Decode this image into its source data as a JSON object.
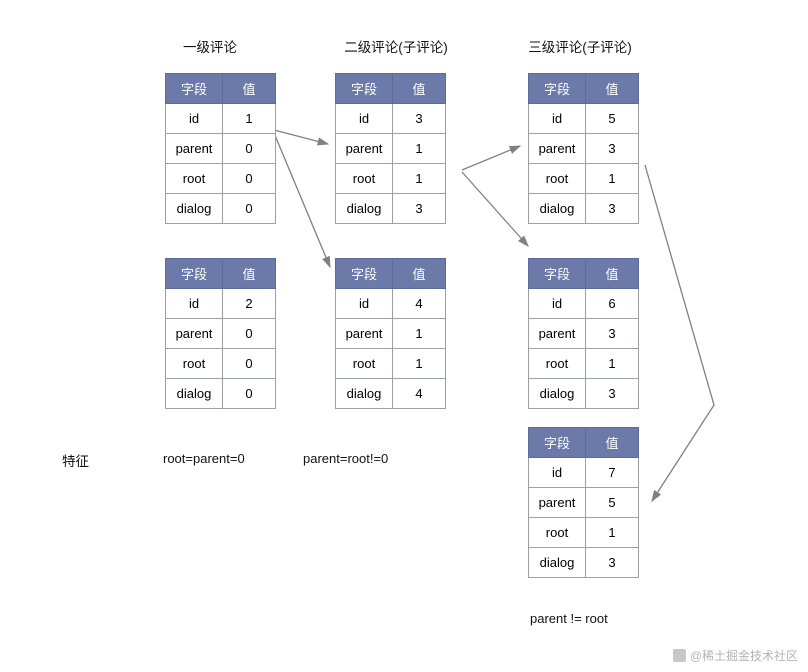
{
  "columns": [
    {
      "title": "一级评论"
    },
    {
      "title": "二级评论(子评论)"
    },
    {
      "title": "三级评论(子评论)"
    }
  ],
  "table_headers": {
    "field": "字段",
    "value": "值"
  },
  "tables": [
    {
      "id": "t1",
      "rows": [
        {
          "field": "id",
          "value": "1"
        },
        {
          "field": "parent",
          "value": "0"
        },
        {
          "field": "root",
          "value": "0"
        },
        {
          "field": "dialog",
          "value": "0"
        }
      ]
    },
    {
      "id": "t2",
      "rows": [
        {
          "field": "id",
          "value": "2"
        },
        {
          "field": "parent",
          "value": "0"
        },
        {
          "field": "root",
          "value": "0"
        },
        {
          "field": "dialog",
          "value": "0"
        }
      ]
    },
    {
      "id": "t3",
      "rows": [
        {
          "field": "id",
          "value": "3"
        },
        {
          "field": "parent",
          "value": "1"
        },
        {
          "field": "root",
          "value": "1"
        },
        {
          "field": "dialog",
          "value": "3"
        }
      ]
    },
    {
      "id": "t4",
      "rows": [
        {
          "field": "id",
          "value": "4"
        },
        {
          "field": "parent",
          "value": "1"
        },
        {
          "field": "root",
          "value": "1"
        },
        {
          "field": "dialog",
          "value": "4"
        }
      ]
    },
    {
      "id": "t5",
      "rows": [
        {
          "field": "id",
          "value": "5"
        },
        {
          "field": "parent",
          "value": "3"
        },
        {
          "field": "root",
          "value": "1"
        },
        {
          "field": "dialog",
          "value": "3"
        }
      ]
    },
    {
      "id": "t6",
      "rows": [
        {
          "field": "id",
          "value": "6"
        },
        {
          "field": "parent",
          "value": "3"
        },
        {
          "field": "root",
          "value": "1"
        },
        {
          "field": "dialog",
          "value": "3"
        }
      ]
    },
    {
      "id": "t7",
      "rows": [
        {
          "field": "id",
          "value": "7"
        },
        {
          "field": "parent",
          "value": "5"
        },
        {
          "field": "root",
          "value": "1"
        },
        {
          "field": "dialog",
          "value": "3"
        }
      ]
    }
  ],
  "feature": {
    "label": "特征",
    "col1": "root=parent=0",
    "col2": "parent=root!=0",
    "col3": "parent != root"
  },
  "watermark": {
    "text": "@稀土掘金技术社区"
  },
  "colors": {
    "header_bg": "#6b7aa8",
    "border": "#9aa0a6",
    "arrow": "#808080",
    "text": "#111111"
  }
}
